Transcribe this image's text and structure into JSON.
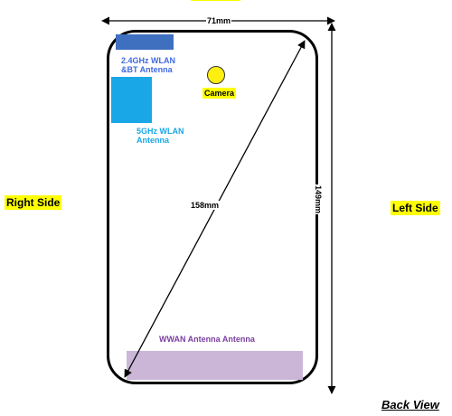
{
  "dimensions": {
    "width": "71mm",
    "height": "149mm",
    "diagonal": "158mm"
  },
  "labels": {
    "bt_antenna": "2.4GHz WLAN\n&BT Antenna",
    "wlan5_antenna": "5GHz WLAN\nAntenna",
    "wwan_antenna": "WWAN Antenna Antenna",
    "camera": "Camera",
    "right_side": "Right Side",
    "left_side": "Left Side",
    "view": "Back View"
  },
  "colors": {
    "bt_antenna": "#3f6fbf",
    "wlan5_antenna": "#1aa7e8",
    "wwan_antenna": "#cbb6d8",
    "camera": "#ffef10",
    "highlight": "#ffff00"
  }
}
